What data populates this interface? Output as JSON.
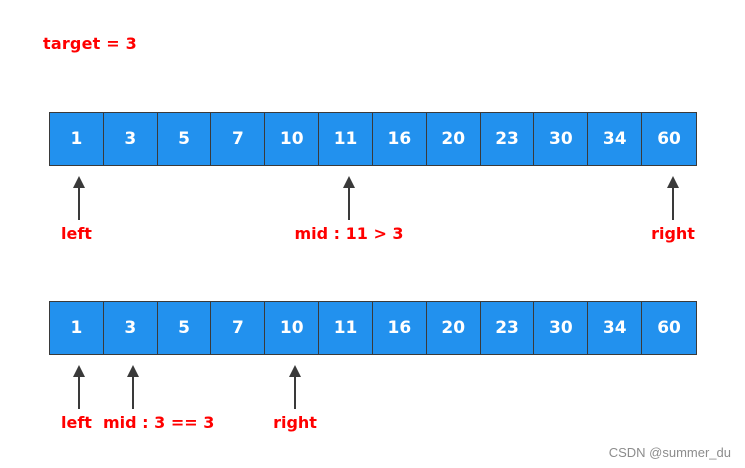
{
  "colors": {
    "cell_fill": "#2291ee",
    "cell_text": "#ffffff",
    "cell_border": "#3a3a3a",
    "label_red": "#ff0000",
    "arrow": "#3a3a3a"
  },
  "target_label": "target = 3",
  "array": [
    "1",
    "3",
    "5",
    "7",
    "10",
    "11",
    "16",
    "20",
    "23",
    "30",
    "34",
    "60"
  ],
  "step1": {
    "pointers": [
      {
        "name": "left",
        "index": 0,
        "label": "left"
      },
      {
        "name": "mid",
        "index": 5,
        "label": "mid : 11 > 3"
      },
      {
        "name": "right",
        "index": 11,
        "label": "right"
      }
    ]
  },
  "step2": {
    "pointers": [
      {
        "name": "left",
        "index": 0,
        "label": "left"
      },
      {
        "name": "mid",
        "index": 1,
        "label": "mid : 3 == 3"
      },
      {
        "name": "right",
        "index": 4,
        "label": "right"
      }
    ]
  },
  "watermark": "CSDN @summer_du"
}
